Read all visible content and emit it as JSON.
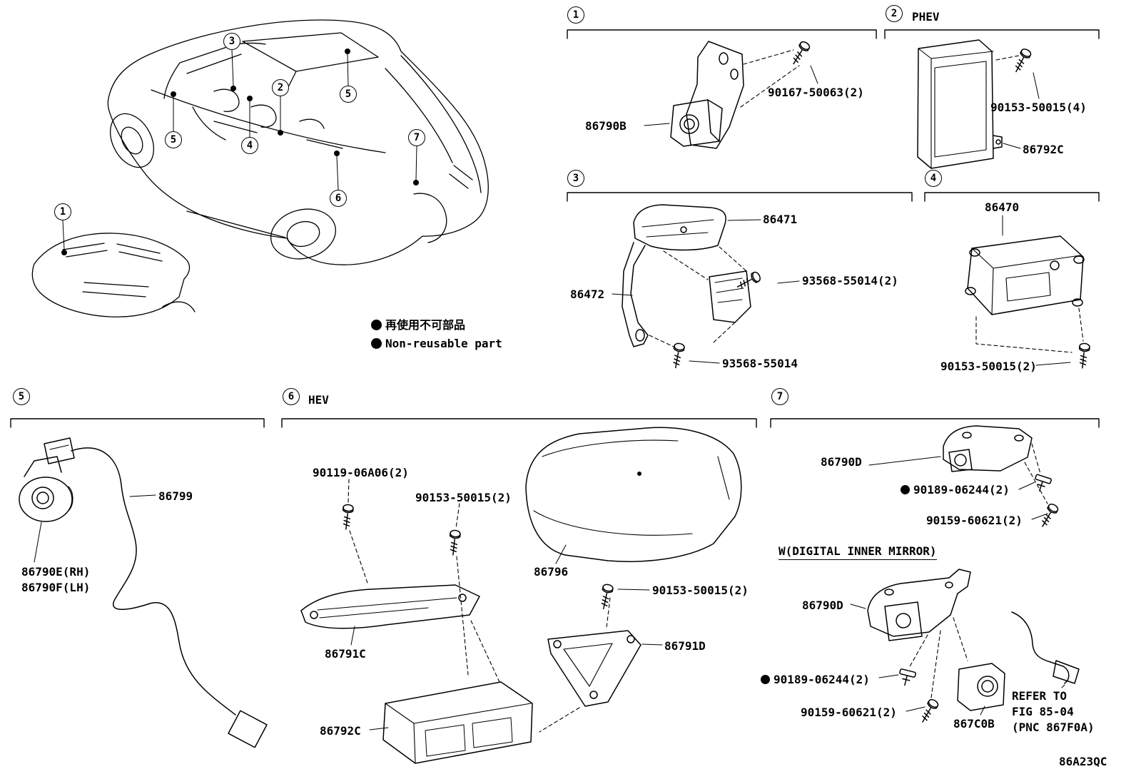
{
  "figure_code": "86A23QC",
  "legend": {
    "jp": "再使用不可部品",
    "en": "Non-reusable part"
  },
  "callouts": {
    "c1": "1",
    "c2": "2",
    "c3": "3",
    "c4": "4",
    "c5": "5",
    "c6": "6",
    "c7": "7"
  },
  "sections": {
    "s1": {
      "camera": "86790B",
      "screw": "90167-50063(2)"
    },
    "s2": {
      "tag": "PHEV",
      "screw": "90153-50015(4)",
      "ecu": "86792C"
    },
    "s3": {
      "sensor": "86471",
      "bracket": "86472",
      "screw_pair": "93568-55014(2)",
      "screw_single": "93568-55014"
    },
    "s4": {
      "module": "86470",
      "screw": "90153-50015(2)"
    },
    "s5": {
      "cable": "86799",
      "camera_rh": "86790E(RH)",
      "camera_lh": "86790F(LH)"
    },
    "s6": {
      "tag": "HEV",
      "screw_a": "90119-06A06(2)",
      "screw_b": "90153-50015(2)",
      "cover": "86796",
      "screw_c": "90153-50015(2)",
      "bracket_plate": "86791C",
      "bracket": "86791D",
      "ecu": "86792C"
    },
    "s7": {
      "camera_top": "86790D",
      "grommet_top": "90189-06244(2)",
      "screw_top": "90159-60621(2)",
      "subheading": "W(DIGITAL INNER MIRROR)",
      "camera_bottom": "86790D",
      "grommet_bottom": "90189-06244(2)",
      "screw_bottom": "90159-60621(2)",
      "camera_cube": "867C0B",
      "refer_line1": "REFER TO",
      "refer_line2": "FIG 85-04",
      "refer_line3": "(PNC 867F0A)"
    }
  }
}
